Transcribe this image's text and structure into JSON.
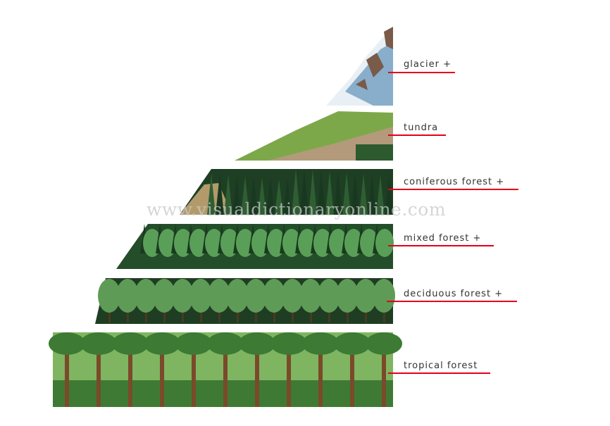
{
  "watermark": "www.visualdictionaryonline.com",
  "labels": [
    {
      "id": "glacier",
      "text": "glacier +"
    },
    {
      "id": "tundra",
      "text": "tundra"
    },
    {
      "id": "coniferous-forest",
      "text": "coniferous forest +"
    },
    {
      "id": "mixed-forest",
      "text": "mixed forest +"
    },
    {
      "id": "deciduous-forest",
      "text": "deciduous forest +"
    },
    {
      "id": "tropical-forest",
      "text": "tropical forest"
    }
  ],
  "colors": {
    "leader": "#e3001b",
    "snow": "#e8f0f5",
    "ice": "#6f9ec0",
    "rock": "#8a6a55",
    "grass": "#7da84a",
    "conifer": "#1e3f24",
    "mixed": "#3c8a42",
    "deciduous": "#4d8b4a",
    "tropical": "#3f7a34"
  }
}
